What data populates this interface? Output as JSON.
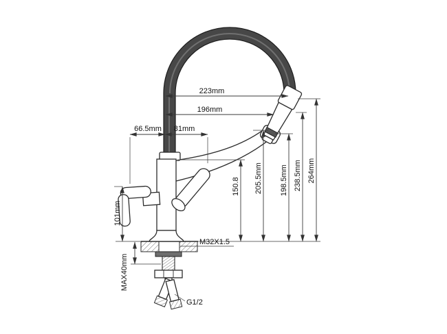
{
  "drawing": {
    "dims": {
      "d223": "223mm",
      "d196": "196mm",
      "d66_5": "66.5mm",
      "d81": "81mm",
      "d150_8": "150.8",
      "d205_5": "205.5mm",
      "d198_5": "198.5mm",
      "d238_5": "238.5mm",
      "d264": "264mm",
      "d101": "101mm",
      "max40": "MAX40mm",
      "thread": "M32X1.5",
      "inlet": "G1/2"
    },
    "colors": {
      "line": "#2b2b2b",
      "dim_line": "#3a3a3a",
      "hose_fill": "#474747",
      "background": "#ffffff"
    }
  }
}
